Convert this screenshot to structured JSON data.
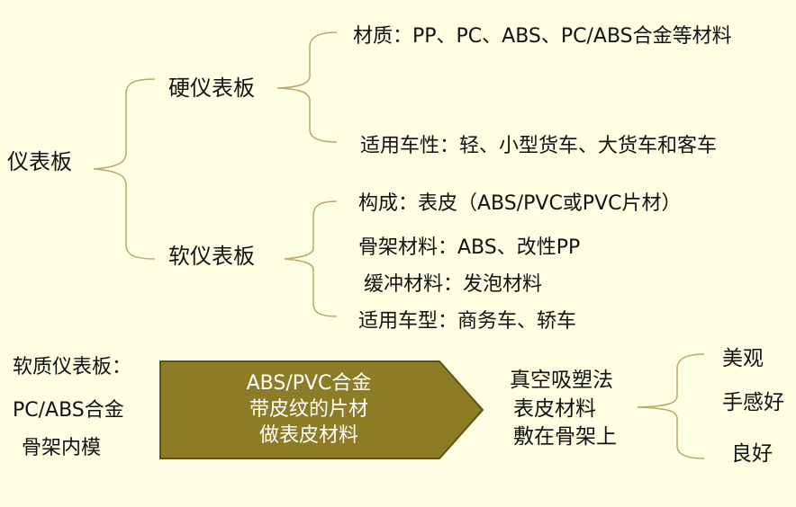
{
  "root": "仪表板",
  "hard": {
    "label": "硬仪表板",
    "items": [
      "材质：PP、PC、ABS、PC/ABS合金等材料",
      "适用车性：轻、小型货车、大货车和客车"
    ]
  },
  "soft": {
    "label": "软仪表板",
    "items": [
      "构成：表皮（ABS/PVC或PVC片材）",
      "骨架材料：ABS、改性PP",
      "缓冲材料：发泡材料",
      "适用车型：商务车、轿车"
    ]
  },
  "bottom": {
    "left": [
      "软质仪表板：",
      "PC/ABS合金",
      "骨架内模"
    ],
    "arrow": [
      "ABS/PVC合金",
      "带皮纹的片材",
      "做表皮材料"
    ],
    "process": [
      "真空吸塑法",
      "表皮材料",
      "敷在骨架上"
    ],
    "results": [
      "美观",
      "手感好",
      "良好"
    ]
  },
  "colors": {
    "background": "#fefee2",
    "arrow_fill": "#8b7c25",
    "arrow_border": "#5f5414",
    "brace": "#b8a86a"
  }
}
